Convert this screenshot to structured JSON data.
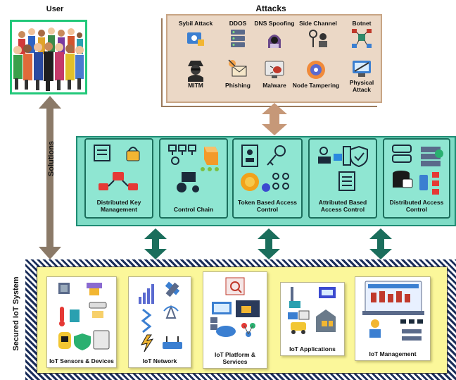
{
  "user": {
    "title": "User"
  },
  "attacks": {
    "title": "Attacks",
    "items": [
      {
        "label": "Sybil Attack",
        "icon": "sybil-icon"
      },
      {
        "label": "DDOS",
        "icon": "server-stack-icon"
      },
      {
        "label": "DNS Spoofing",
        "icon": "hacker-icon"
      },
      {
        "label": "Side Channel",
        "icon": "side-channel-icon"
      },
      {
        "label": "Botnet",
        "icon": "botnet-icon"
      },
      {
        "label": "MITM",
        "icon": "spy-icon"
      },
      {
        "label": "Phishing",
        "icon": "phishing-icon"
      },
      {
        "label": "Malware",
        "icon": "malware-icon"
      },
      {
        "label": "Node Tampering",
        "icon": "tamper-icon"
      },
      {
        "label": "Physical Attack",
        "icon": "physical-attack-icon"
      }
    ]
  },
  "solutions": {
    "title": "Solutions",
    "items": [
      {
        "label": "Distributed Key Management"
      },
      {
        "label": "Control Chain"
      },
      {
        "label": "Token Based Access Control"
      },
      {
        "label": "Attributed Based Access Control"
      },
      {
        "label": "Distributed Access Control"
      }
    ]
  },
  "secured": {
    "title": "Secured IoT System",
    "items": [
      {
        "label": "IoT Sensors & Devices"
      },
      {
        "label": "IoT Network"
      },
      {
        "label": "IoT Platform & Services"
      },
      {
        "label": "IoT Applications"
      },
      {
        "label": "IoT Management"
      }
    ]
  },
  "colors": {
    "user_border": "#22c87a",
    "attacks_fill": "#ebd8c6",
    "attack_arrow": "#c69878",
    "solutions_fill": "#7fdcc6",
    "solution_arrow": "#1b6e5c",
    "user_arrow": "#8b7a68",
    "secured_fill": "#fbf79a",
    "hatch": "#1b2e5a"
  }
}
